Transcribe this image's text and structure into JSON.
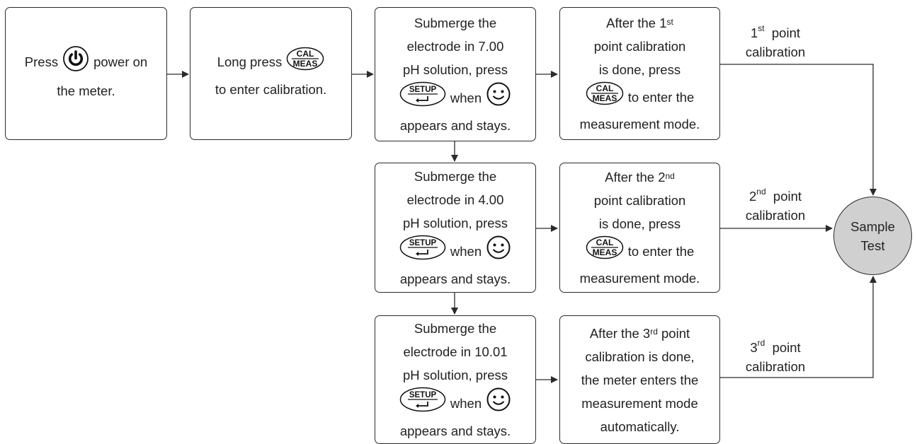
{
  "icons": {
    "power": "power-button-icon",
    "cal_meas": "cal-meas-button-icon",
    "setup": "setup-enter-button-icon",
    "smiley": "smiley-face-icon"
  },
  "icon_text": {
    "cal_top": "CAL",
    "cal_bottom": "MEAS",
    "setup_top": "SETUP"
  },
  "steps": {
    "power_on": {
      "word1": "Press",
      "word2": "power on",
      "line2": "the meter."
    },
    "enter_cal": {
      "line1": "Long press",
      "line2": "to enter calibration."
    },
    "submerge_7": {
      "line1": "Submerge the",
      "line2": "electrode in 7.00",
      "line3": "pH solution, press",
      "when": "when",
      "line5": "appears and stays."
    },
    "submerge_4": {
      "line1": "Submerge the",
      "line2": "electrode in 4.00",
      "line3": "pH solution, press",
      "when": "when",
      "line5": "appears and stays."
    },
    "submerge_10": {
      "line1": "Submerge the",
      "line2": "electrode in 10.01",
      "line3": "pH solution, press",
      "when": "when",
      "line5": "appears and stays."
    },
    "after_1st": {
      "line1_a": "After the 1",
      "line1_sup": "st",
      "line2": "point calibration",
      "line3": "is done, press",
      "line4": "to enter the",
      "line5": "measurement mode."
    },
    "after_2nd": {
      "line1_a": "After the 2",
      "line1_sup": "nd",
      "line2": "point calibration",
      "line3": "is done, press",
      "line4": "to enter the",
      "line5": "measurement mode."
    },
    "after_3rd": {
      "line1_a": "After the 3",
      "line1_sup": "rd",
      "line1_b": " point",
      "line2": "calibration is done,",
      "line3": "the meter enters the",
      "line4": "measurement mode",
      "line5": "automatically."
    }
  },
  "edge_labels": {
    "first": {
      "num": "1",
      "sup": "st",
      "word": "point",
      "line2": "calibration"
    },
    "second": {
      "num": "2",
      "sup": "nd",
      "word": "point",
      "line2": "calibration"
    },
    "third": {
      "num": "3",
      "sup": "rd",
      "word": "point",
      "line2": "calibration"
    }
  },
  "terminal": {
    "line1": "Sample",
    "line2": "Test"
  },
  "colors": {
    "line": "#2b2b2b",
    "terminal_fill": "#d0d0d0",
    "background": "#ffffff"
  }
}
